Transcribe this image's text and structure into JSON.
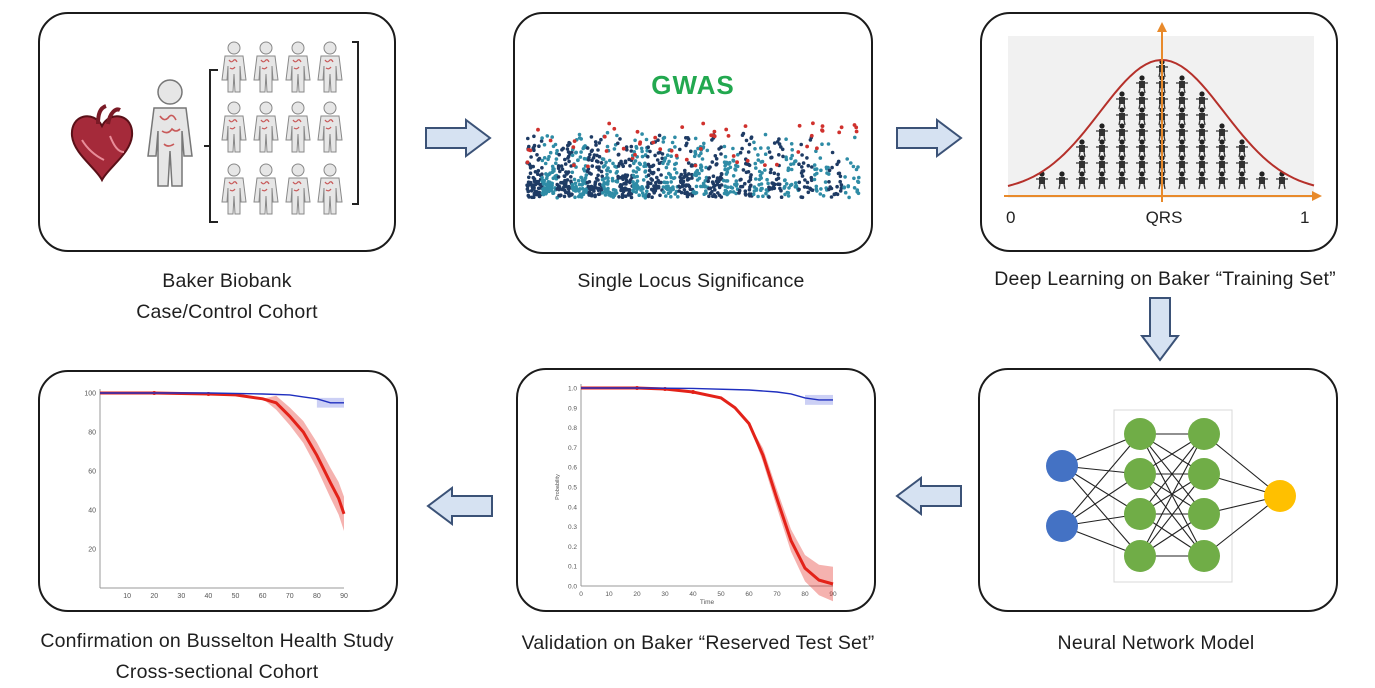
{
  "panels": {
    "biobank": {
      "caption_line1": "Baker Biobank",
      "caption_line2": "Case/Control Cohort"
    },
    "gwas": {
      "title": "GWAS",
      "caption": "Single Locus Significance"
    },
    "deep_learning": {
      "axis_start": "0",
      "axis_mid": "QRS",
      "axis_end": "1",
      "caption": "Deep Learning on Baker “Training Set”"
    },
    "neural_network": {
      "caption": "Neural Network Model"
    },
    "validation": {
      "caption": "Validation on Baker “Reserved Test Set”",
      "ylabel": "Probability",
      "xlabel": "Time"
    },
    "confirmation": {
      "caption_line1": "Confirmation on Busselton Health Study",
      "caption_line2": "Cross-sectional Cohort"
    }
  },
  "colors": {
    "arrow_fill": "#d6e2f2",
    "arrow_stroke": "#3b5277",
    "nn_input": "#4472c4",
    "nn_hidden": "#70ad47",
    "nn_output": "#ffc000",
    "gwas_title": "#22a84f",
    "curve_red": "#e32219",
    "curve_blue": "#1f2fbf",
    "bell_curve": "#b5302a",
    "axis_orange": "#e88a2b"
  },
  "chart_data": [
    {
      "type": "line",
      "title": "",
      "xlabel": "Time",
      "ylabel": "Probability",
      "xlim": [
        0,
        90
      ],
      "ylim": [
        0.0,
        1.0
      ],
      "x_ticks": [
        "0",
        "10",
        "20",
        "30",
        "40",
        "50",
        "60",
        "70",
        "80",
        "90"
      ],
      "y_ticks": [
        "0.0",
        "0.1",
        "0.2",
        "0.3",
        "0.4",
        "0.5",
        "0.6",
        "0.7",
        "0.8",
        "0.9",
        "1.0"
      ],
      "series": [
        {
          "x": [
            0,
            20,
            30,
            40,
            50,
            55,
            60,
            65,
            70,
            75,
            80,
            85,
            90
          ],
          "values": [
            1.0,
            1.0,
            0.995,
            0.98,
            0.95,
            0.9,
            0.82,
            0.66,
            0.44,
            0.23,
            0.09,
            0.03,
            0.01
          ]
        },
        {
          "x": [
            0,
            20,
            40,
            60,
            70,
            75,
            80,
            85,
            90
          ],
          "values": [
            1.0,
            1.0,
            0.998,
            0.99,
            0.98,
            0.97,
            0.95,
            0.94,
            0.94
          ]
        }
      ]
    },
    {
      "type": "line",
      "title": "",
      "xlabel": "",
      "ylabel": "",
      "xlim": [
        0,
        90
      ],
      "ylim": [
        0,
        100
      ],
      "x_ticks": [
        "10",
        "20",
        "30",
        "40",
        "50",
        "60",
        "70",
        "80",
        "90"
      ],
      "y_ticks": [
        "20",
        "40",
        "60",
        "80",
        "100"
      ],
      "series": [
        {
          "x": [
            0,
            20,
            40,
            50,
            55,
            60,
            65,
            70,
            75,
            80,
            85,
            88,
            90
          ],
          "values": [
            100,
            100,
            99.5,
            99,
            98,
            97,
            95,
            88,
            80,
            68,
            54,
            46,
            38
          ]
        },
        {
          "x": [
            0,
            20,
            40,
            60,
            70,
            75,
            80,
            85,
            90
          ],
          "values": [
            100,
            100,
            100,
            99.5,
            99,
            98,
            97,
            95,
            95
          ]
        }
      ]
    }
  ]
}
